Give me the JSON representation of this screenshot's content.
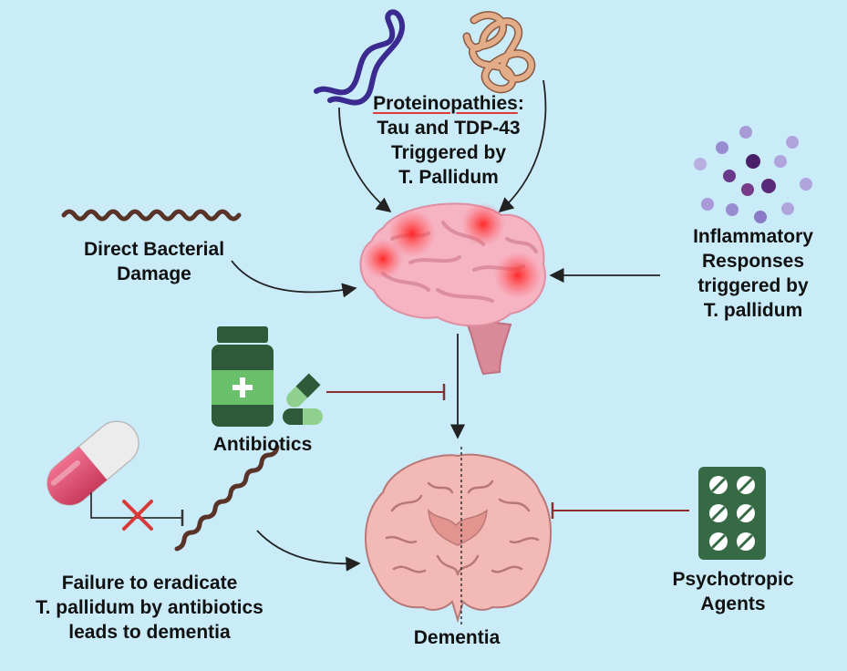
{
  "labels": {
    "proteinopathies": {
      "heading": "Proteinopathies",
      "heading_colon": ":",
      "lines": [
        "Tau and TDP-43",
        "Triggered by",
        "T. Pallidum"
      ]
    },
    "direct_damage": {
      "lines": [
        "Direct Bacterial",
        "Damage"
      ]
    },
    "inflammatory": {
      "lines": [
        "Inflammatory",
        "Responses",
        "triggered by",
        "T. pallidum"
      ]
    },
    "antibiotics": {
      "text": "Antibiotics"
    },
    "failure": {
      "lines": [
        "Failure to eradicate",
        "T. pallidum by antibiotics",
        "leads to dementia"
      ]
    },
    "psychotropic": {
      "lines": [
        "Psychotropic",
        "Agents"
      ]
    },
    "dementia": {
      "text": "Dementia"
    }
  },
  "colors": {
    "background": "#c9ecf8",
    "arrow": "#222222",
    "inhibitor": "#8b2e2e",
    "brain_pink": "#f4a9b8",
    "hotspot_red": "#ff3030",
    "spirochete": "#5a3328",
    "protein_purple": "#3b2a8f",
    "protein_tan": "#d9a07c",
    "bottle_green": "#2e5a3a",
    "label_green": "#6abf6a",
    "capsule_pink": "#e05575",
    "cross_red": "#d83a3a",
    "psychotropic_green": "#356a45"
  },
  "icons": [
    "tau-protein-icon",
    "tdp43-protein-icon",
    "spirochete-icon",
    "brain-icon",
    "inflammation-dots-icon",
    "medicine-bottle-icon",
    "pill-icon",
    "capsule-icon",
    "cross-icon",
    "pill-blister-icon",
    "brain-section-icon"
  ]
}
